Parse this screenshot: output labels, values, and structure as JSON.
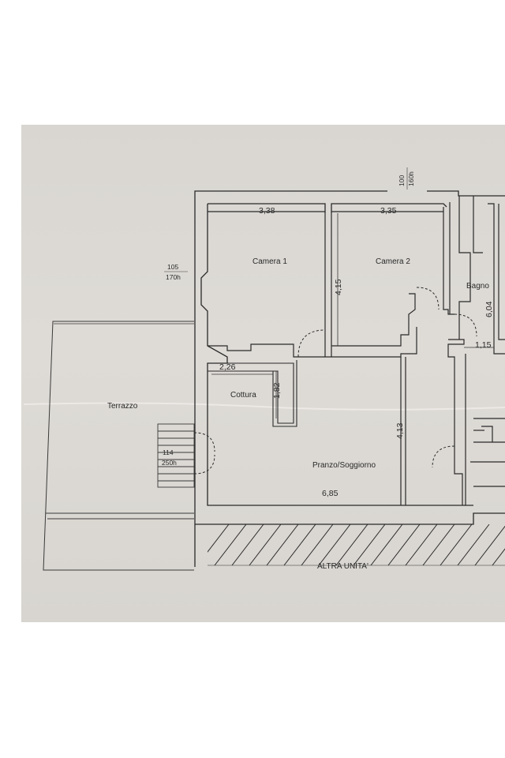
{
  "colors": {
    "paper": "#dcd9d4",
    "ink": "#2a2a2a",
    "background": "#ffffff"
  },
  "rooms": {
    "camera1": "Camera 1",
    "camera2": "Camera 2",
    "bagno": "Bagno",
    "cottura": "Cottura",
    "pranzo": "Pranzo/Soggiorno",
    "terrazzo": "Terrazzo",
    "altra_unita": "ALTRA UNITA'"
  },
  "dimensions": {
    "camera1_width": "3,38",
    "camera2_width": "3,35",
    "camera2_depth": "4,15",
    "bagno_depth": "6,04",
    "bagno_width": "1,15",
    "cottura_width": "2,26",
    "cottura_depth": "1,82",
    "pranzo_depth": "4,13",
    "pranzo_width": "6,85"
  },
  "openings": {
    "window_left_top": "105",
    "window_left_bottom": "170h",
    "window_top_a": "100",
    "window_top_b": "160h",
    "door_terrace_top": "114",
    "door_terrace_bottom": "250h"
  }
}
